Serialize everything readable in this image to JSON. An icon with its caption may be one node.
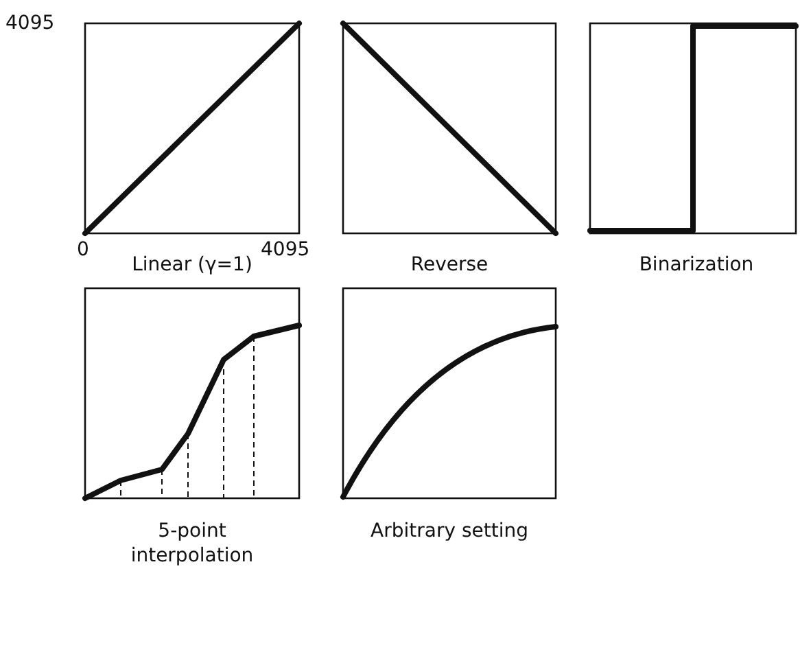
{
  "diagram": {
    "labels": [
      "4095",
      "0",
      "4095",
      "Linear (γ=1)",
      "Reverse",
      "Binarization",
      "5-point interpolation",
      "Arbitrary setting"
    ]
  }
}
